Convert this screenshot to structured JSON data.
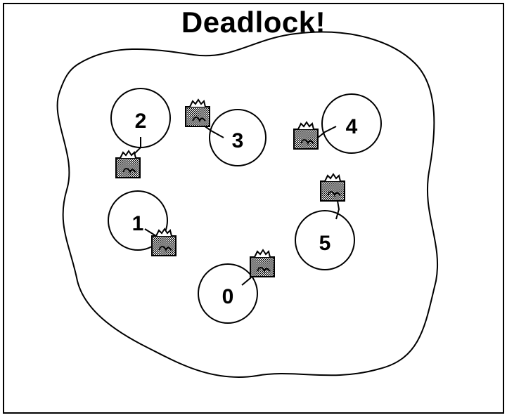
{
  "title": "Deadlock!",
  "nodes": [
    {
      "id": "2",
      "label": "2"
    },
    {
      "id": "3",
      "label": "3"
    },
    {
      "id": "4",
      "label": "4"
    },
    {
      "id": "1",
      "label": "1"
    },
    {
      "id": "5",
      "label": "5"
    },
    {
      "id": "0",
      "label": "0"
    }
  ],
  "colors": {
    "ink": "#000000",
    "background": "#ffffff",
    "shading": "#9a9a9a"
  }
}
